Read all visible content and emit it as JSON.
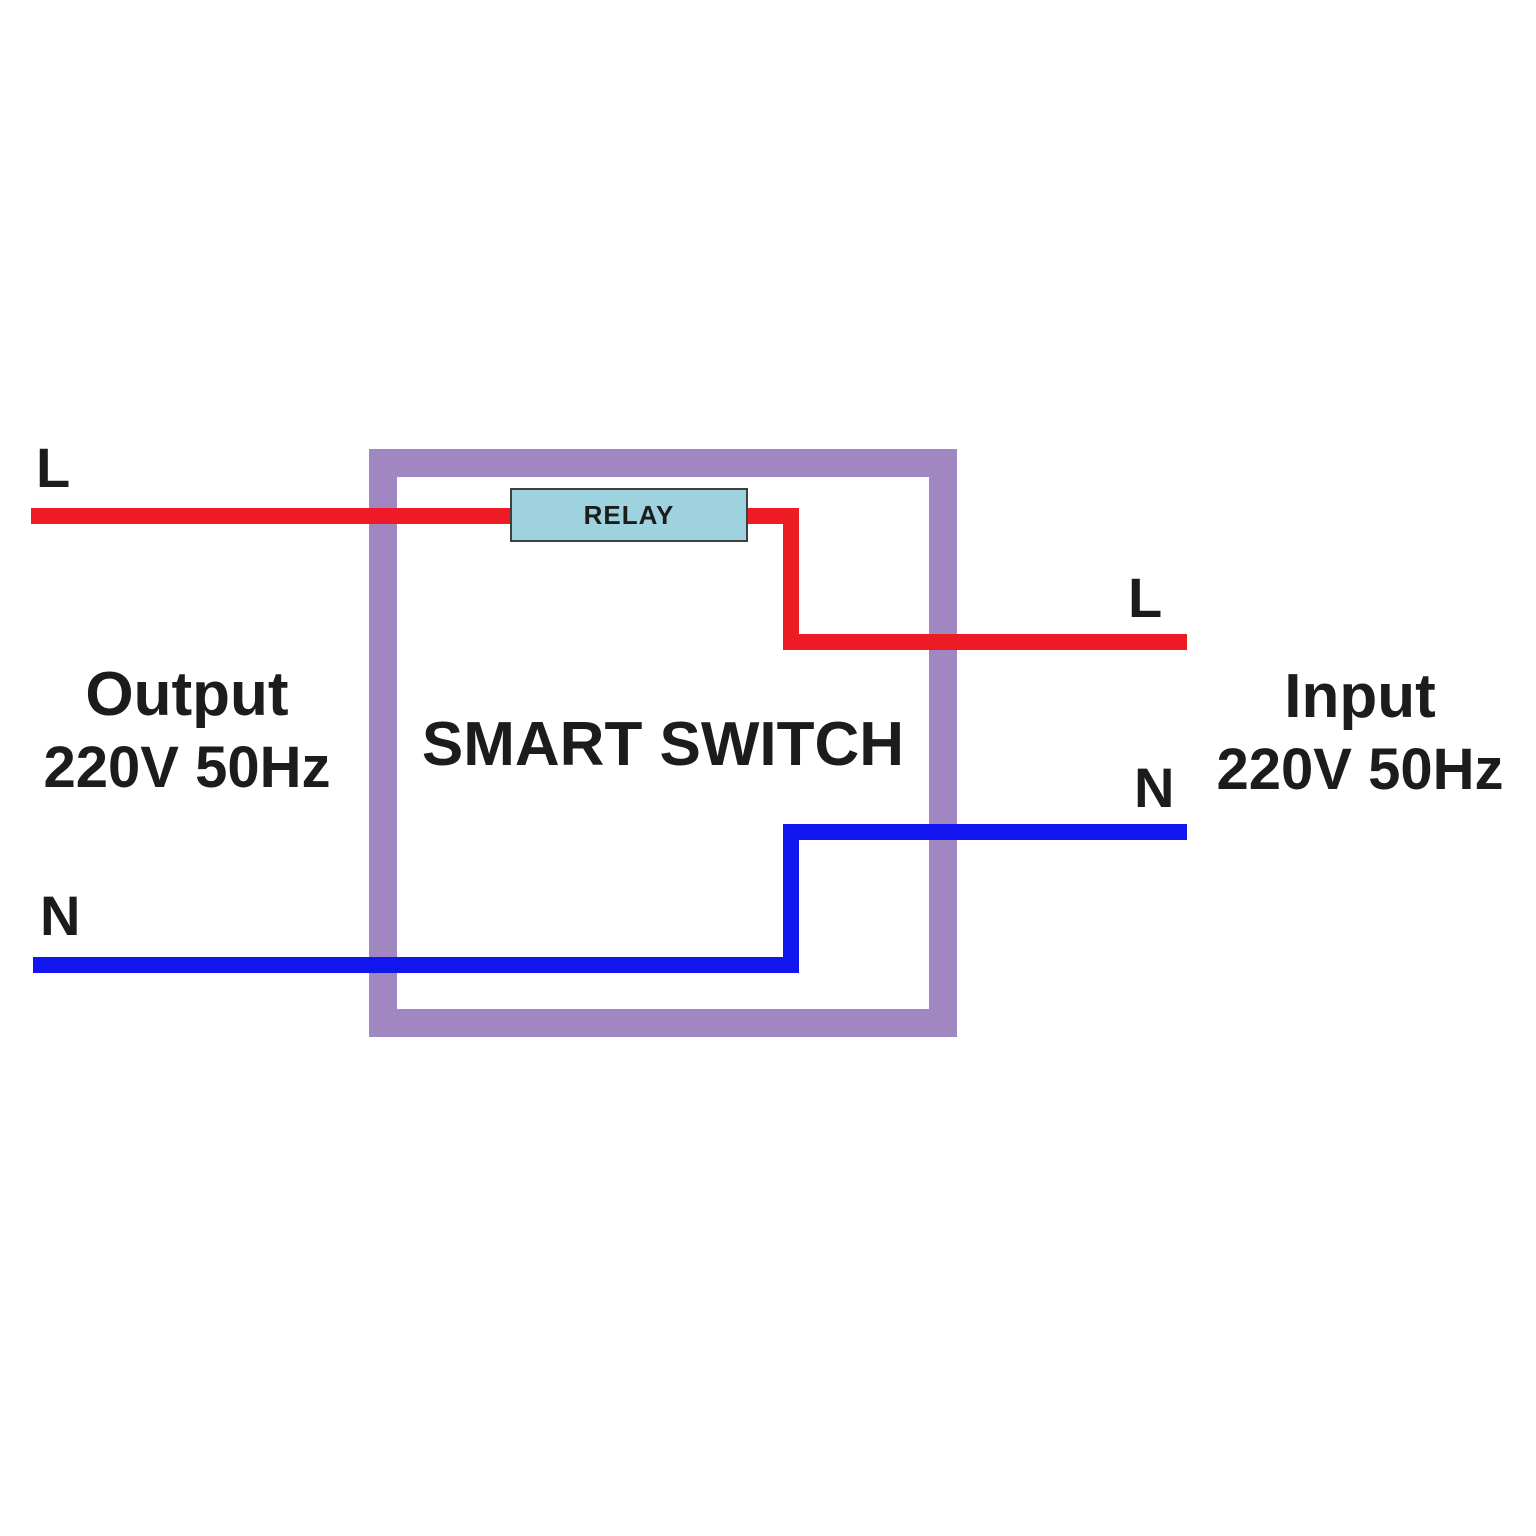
{
  "diagram": {
    "title": "SMART SWITCH",
    "relay_label": "RELAY",
    "output_side": {
      "live_label": "L",
      "neutral_label": "N",
      "caption_line1": "Output",
      "caption_line2": "220V 50Hz"
    },
    "input_side": {
      "live_label": "L",
      "neutral_label": "N",
      "caption_line1": "Input",
      "caption_line2": "220V 50Hz"
    },
    "colors": {
      "live_wire": "#ed1b24",
      "neutral_wire": "#1116ef",
      "enclosure": "#a187c2",
      "relay_fill": "#9dd2de",
      "relay_border": "#3f3f3f",
      "text": "#1c1c1c"
    }
  }
}
